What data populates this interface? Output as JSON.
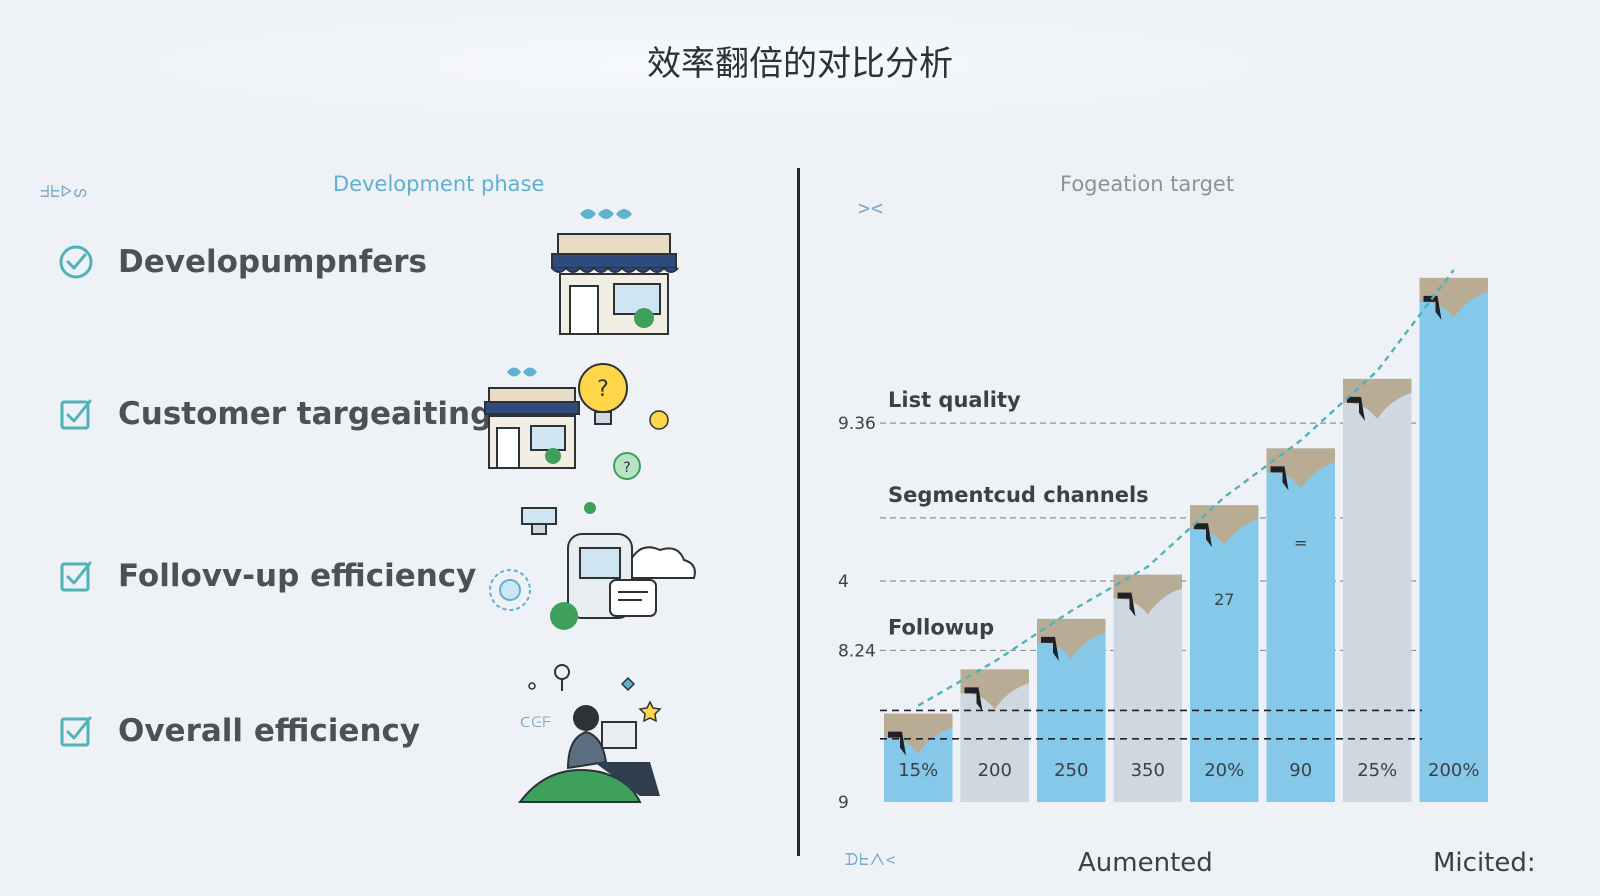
{
  "title": "效率翻倍的对比分析",
  "doodles": {
    "top_left": "ᖵᖶᐅᔕ",
    "right_top": "><",
    "bottom_left": "ᗪᖶᐱ<",
    "illus_small": "ᑕᕮᖴ"
  },
  "left_panel": {
    "title": "Development phase",
    "items": [
      {
        "label": "Developumpnfers",
        "icon": "check-circle-icon"
      },
      {
        "label": "Customer targeaiting",
        "icon": "check-square-icon"
      },
      {
        "label": "Follovv-up efficiency",
        "icon": "check-square-icon"
      },
      {
        "label": "Overall efficiency",
        "icon": "check-square-icon"
      }
    ]
  },
  "right_panel": {
    "title": "Fogeation target",
    "bottom_labels": [
      "Aumented",
      "Micited:"
    ]
  },
  "colors": {
    "accent": "#5fb1cf",
    "check": "#4fb3b8",
    "bar_blue": "#86c8ea",
    "bar_gray": "#cfd7e1",
    "bar_cap": "#b8ad94",
    "trend": "#4fb3b8"
  },
  "chart_data": {
    "type": "bar",
    "categories": [
      "15%",
      "200",
      "250",
      "350",
      "20%",
      "90",
      "25%",
      "200%"
    ],
    "values": [
      1.4,
      2.1,
      2.9,
      3.6,
      4.7,
      5.6,
      6.7,
      8.3
    ],
    "bar_colors": [
      "#86c8ea",
      "#cfd7e1",
      "#86c8ea",
      "#cfd7e1",
      "#86c8ea",
      "#86c8ea",
      "#cfd7e1",
      "#86c8ea"
    ],
    "ylim": [
      0,
      8.9
    ],
    "y_ticks": [
      {
        "label": "9",
        "value": 0
      },
      {
        "label": "8.24",
        "value": 2.4
      },
      {
        "label": "4",
        "value": 3.5
      },
      {
        "label": "9.36",
        "value": 6.0
      }
    ],
    "annotations": [
      {
        "text": "List quality",
        "value": 6.0
      },
      {
        "text": "Segmentcud channels",
        "value": 4.5
      },
      {
        "text": "Followup",
        "value": 2.4
      }
    ],
    "inner_labels": [
      {
        "text": "27",
        "bar": 4
      },
      {
        "text": "=",
        "bar": 5
      }
    ],
    "reference_lines": [
      1.45,
      1.0
    ],
    "trend": "dashed-line"
  }
}
